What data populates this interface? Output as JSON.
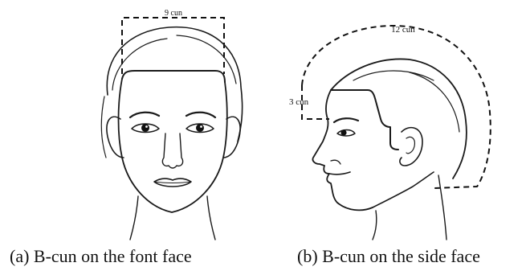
{
  "figure": {
    "panel_a": {
      "caption": "(a) B-cun on the font face",
      "measure_label": "9 cun"
    },
    "panel_b": {
      "caption": "(b) B-cun on the side face",
      "measure_top_label": "12 cun",
      "measure_front_label": "3 cun"
    }
  }
}
